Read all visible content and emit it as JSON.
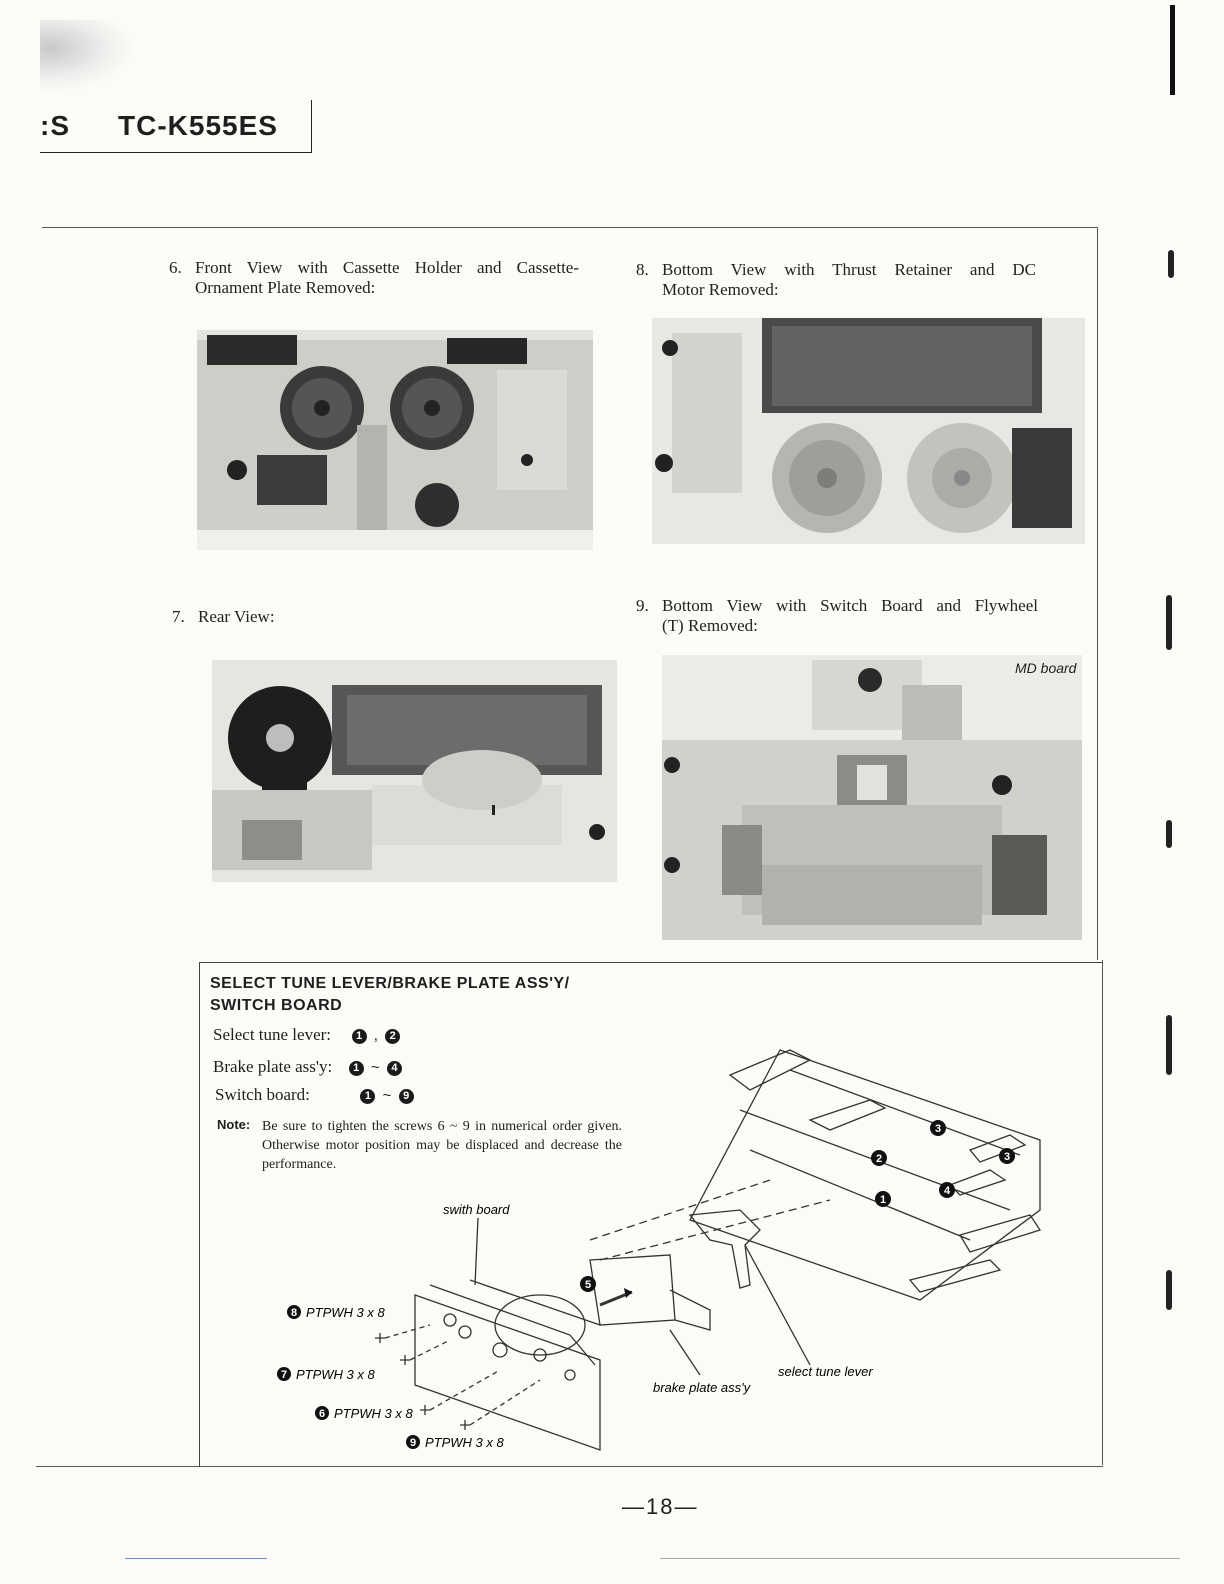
{
  "header": {
    "left_text": ":S",
    "model": "TC-K555ES"
  },
  "captions": {
    "c6": {
      "num": "6.",
      "line1": "Front View with Cassette Holder and Cassette-",
      "line2": "Ornament Plate Removed:"
    },
    "c7": {
      "num": "7.",
      "line1": "Rear View:"
    },
    "c8": {
      "num": "8.",
      "line1": "Bottom View with Thrust Retainer and DC",
      "line2": "Motor Removed:"
    },
    "c9": {
      "num": "9.",
      "line1": "Bottom View with Switch Board and Flywheel",
      "line2": "(T) Removed:"
    }
  },
  "md_board_label": "MD board",
  "section": {
    "title_line1": "SELECT TUNE LEVER/BRAKE PLATE ASS'Y/",
    "title_line2": "SWITCH BOARD",
    "rows": [
      {
        "label": "Select tune lever:",
        "a": "1",
        "sep": ",",
        "b": "2"
      },
      {
        "label": "Brake plate ass'y:",
        "a": "1",
        "sep": "~",
        "b": "4"
      },
      {
        "label": "Switch board:",
        "a": "1",
        "sep": "~",
        "b": "9"
      }
    ],
    "note_label": "Note:",
    "note_text": "Be sure to tighten the screws 6 ~ 9 in numerical order given. Otherwise motor position may be displaced and decrease the performance."
  },
  "diagram": {
    "switch_board": "swith board",
    "brake_plate": "brake plate ass'y",
    "select_lever": "select tune lever",
    "screws": [
      {
        "n": "8",
        "label": "PTPWH 3 x 8"
      },
      {
        "n": "7",
        "label": "PTPWH 3 x 8"
      },
      {
        "n": "6",
        "label": "PTPWH 3 x 8"
      },
      {
        "n": "9",
        "label": "PTPWH 3 x 8"
      }
    ],
    "markers": [
      "1",
      "2",
      "3",
      "3",
      "4",
      "5"
    ]
  },
  "page_number": "—18—"
}
